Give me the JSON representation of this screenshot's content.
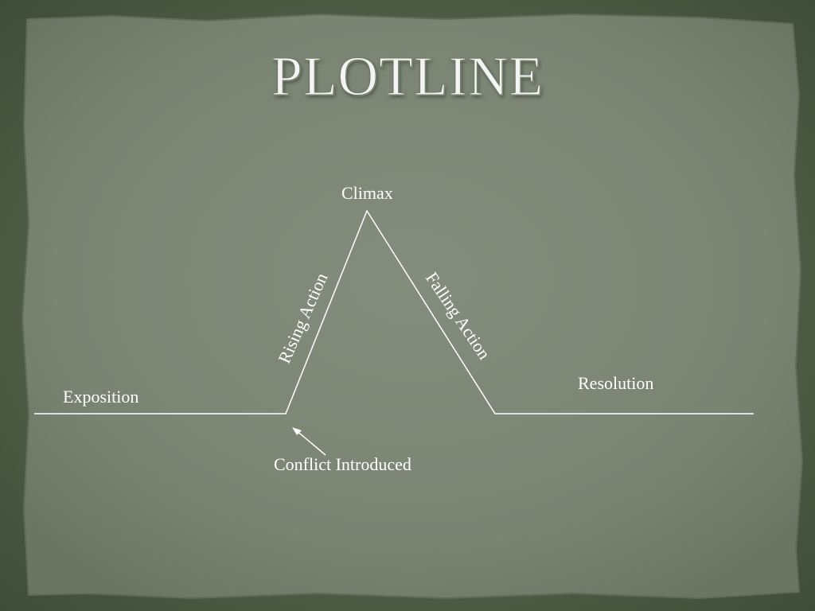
{
  "title": "PLOTLINE",
  "labels": {
    "climax": "Climax",
    "rising_action": "Rising Action",
    "falling_action": "Falling Action",
    "exposition": "Exposition",
    "resolution": "Resolution",
    "conflict_introduced": "Conflict Introduced"
  },
  "colors": {
    "background_frame": "#4f5f47",
    "paper": "#7c8675",
    "line": "#ffffff",
    "text": "#ffffff"
  }
}
